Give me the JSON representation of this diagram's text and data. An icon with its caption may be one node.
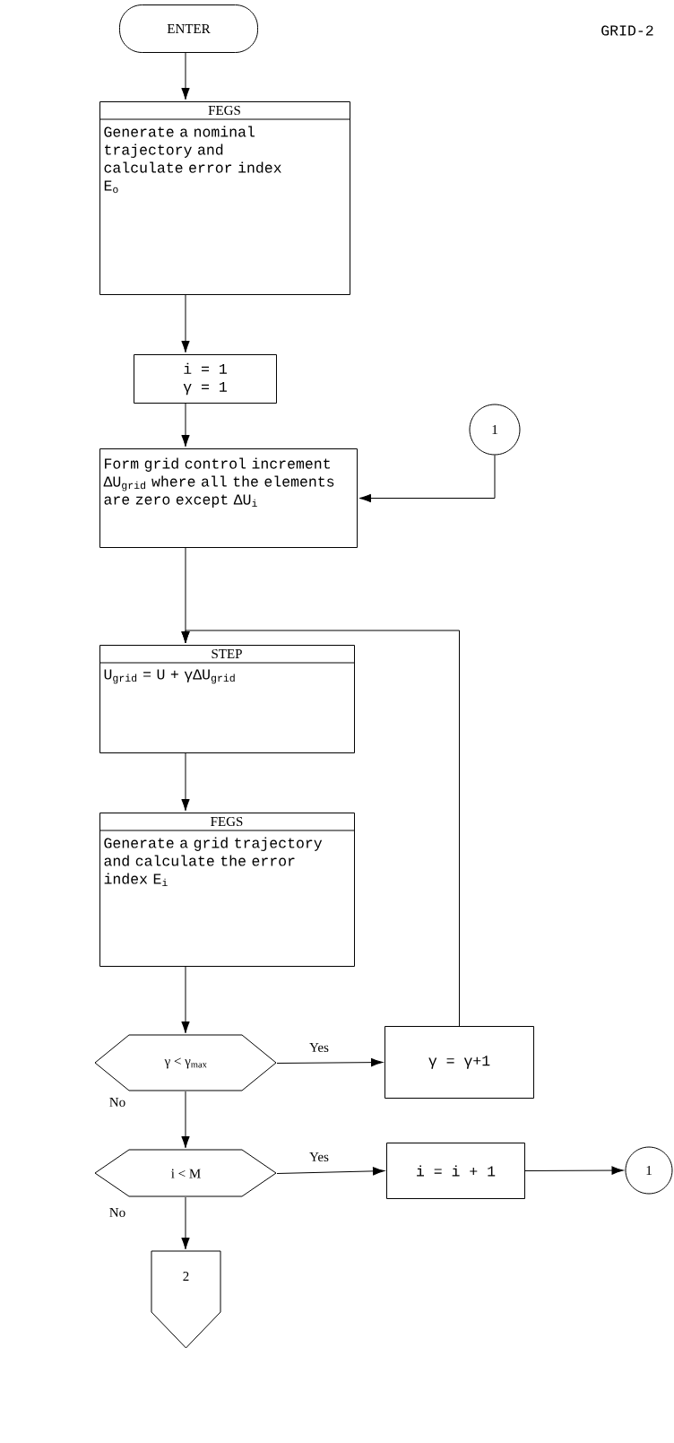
{
  "diagram": {
    "nodes": [
      {
        "text": [
          "ENTER"
        ]
      },
      {
        "text": [
          "FEGS",
          "Generate a nominal trajectory and calculate error index E$_{o}$"
        ]
      },
      {
        "text": [
          "i = 1",
          "γ = 1"
        ]
      },
      {
        "text": [
          "1"
        ]
      },
      {
        "text": [
          "Form grid control increment ΔU$_{grid}$ where all the elements are zero except ΔU$_{i}$"
        ]
      },
      {
        "text": [
          "STEP",
          "U$_{grid}$ = U + γΔU$_{grid}$"
        ]
      },
      {
        "text": [
          "FEGS",
          "Generate a grid trajectory and calculate the error index E$_{i}$"
        ]
      },
      {
        "text": [
          "γ < γ$_{max}$"
        ]
      },
      {
        "text": [
          "γ = γ+1"
        ]
      },
      {
        "text": [
          "i < M"
        ]
      },
      {
        "text": [
          "i = i + 1"
        ]
      },
      {
        "text": [
          "1"
        ]
      },
      {
        "text": [
          "2"
        ]
      }
    ],
    "edges": [
      {
        "from": 0,
        "to": 1,
        "arrow": "to"
      },
      {
        "from": 1,
        "to": 2,
        "arrow": "to"
      },
      {
        "from": 2,
        "to": 4,
        "arrow": "to"
      },
      {
        "from": 3,
        "to": 4,
        "arrow": "to"
      },
      {
        "from": 4,
        "to": 5,
        "arrow": "to"
      },
      {
        "from": 5,
        "to": 6,
        "arrow": "to"
      },
      {
        "from": 6,
        "to": 7,
        "arrow": "to"
      },
      {
        "from": 7,
        "to": 8,
        "arrow": "to",
        "label": "Yes"
      },
      {
        "from": 8,
        "to": 5,
        "arrow": "to"
      },
      {
        "from": 7,
        "to": 9,
        "arrow": "to",
        "label": "No"
      },
      {
        "from": 9,
        "to": 10,
        "arrow": "to",
        "label": "Yes"
      },
      {
        "from": 10,
        "to": 11,
        "arrow": "to"
      },
      {
        "from": 9,
        "to": 12,
        "arrow": "to",
        "label": "No"
      }
    ],
    "labels": [
      "GRID-2"
    ]
  }
}
